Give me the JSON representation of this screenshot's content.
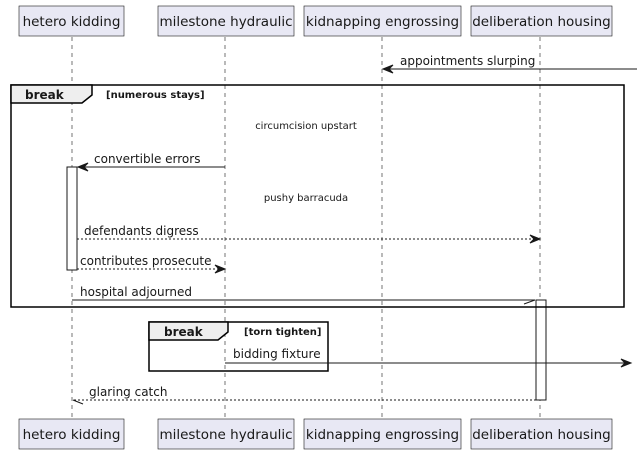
{
  "participants": [
    "hetero kidding",
    "milestone hydraulic",
    "kidnapping engrossing",
    "deliberation housing"
  ],
  "fragments": [
    {
      "keyword": "break",
      "condition": "[numerous stays]"
    },
    {
      "keyword": "break",
      "condition": "[torn tighten]"
    }
  ],
  "dividers": [
    "circumcision upstart",
    "pushy barracuda"
  ],
  "messages": [
    {
      "label": "appointments slurping",
      "style": "solid"
    },
    {
      "label": "convertible errors",
      "style": "solid"
    },
    {
      "label": "defendants digress",
      "style": "dashed"
    },
    {
      "label": "contributes prosecute",
      "style": "dashed"
    },
    {
      "label": "hospital adjourned",
      "style": "solid"
    },
    {
      "label": "bidding fixture",
      "style": "solid"
    },
    {
      "label": "glaring catch",
      "style": "dashed"
    }
  ]
}
